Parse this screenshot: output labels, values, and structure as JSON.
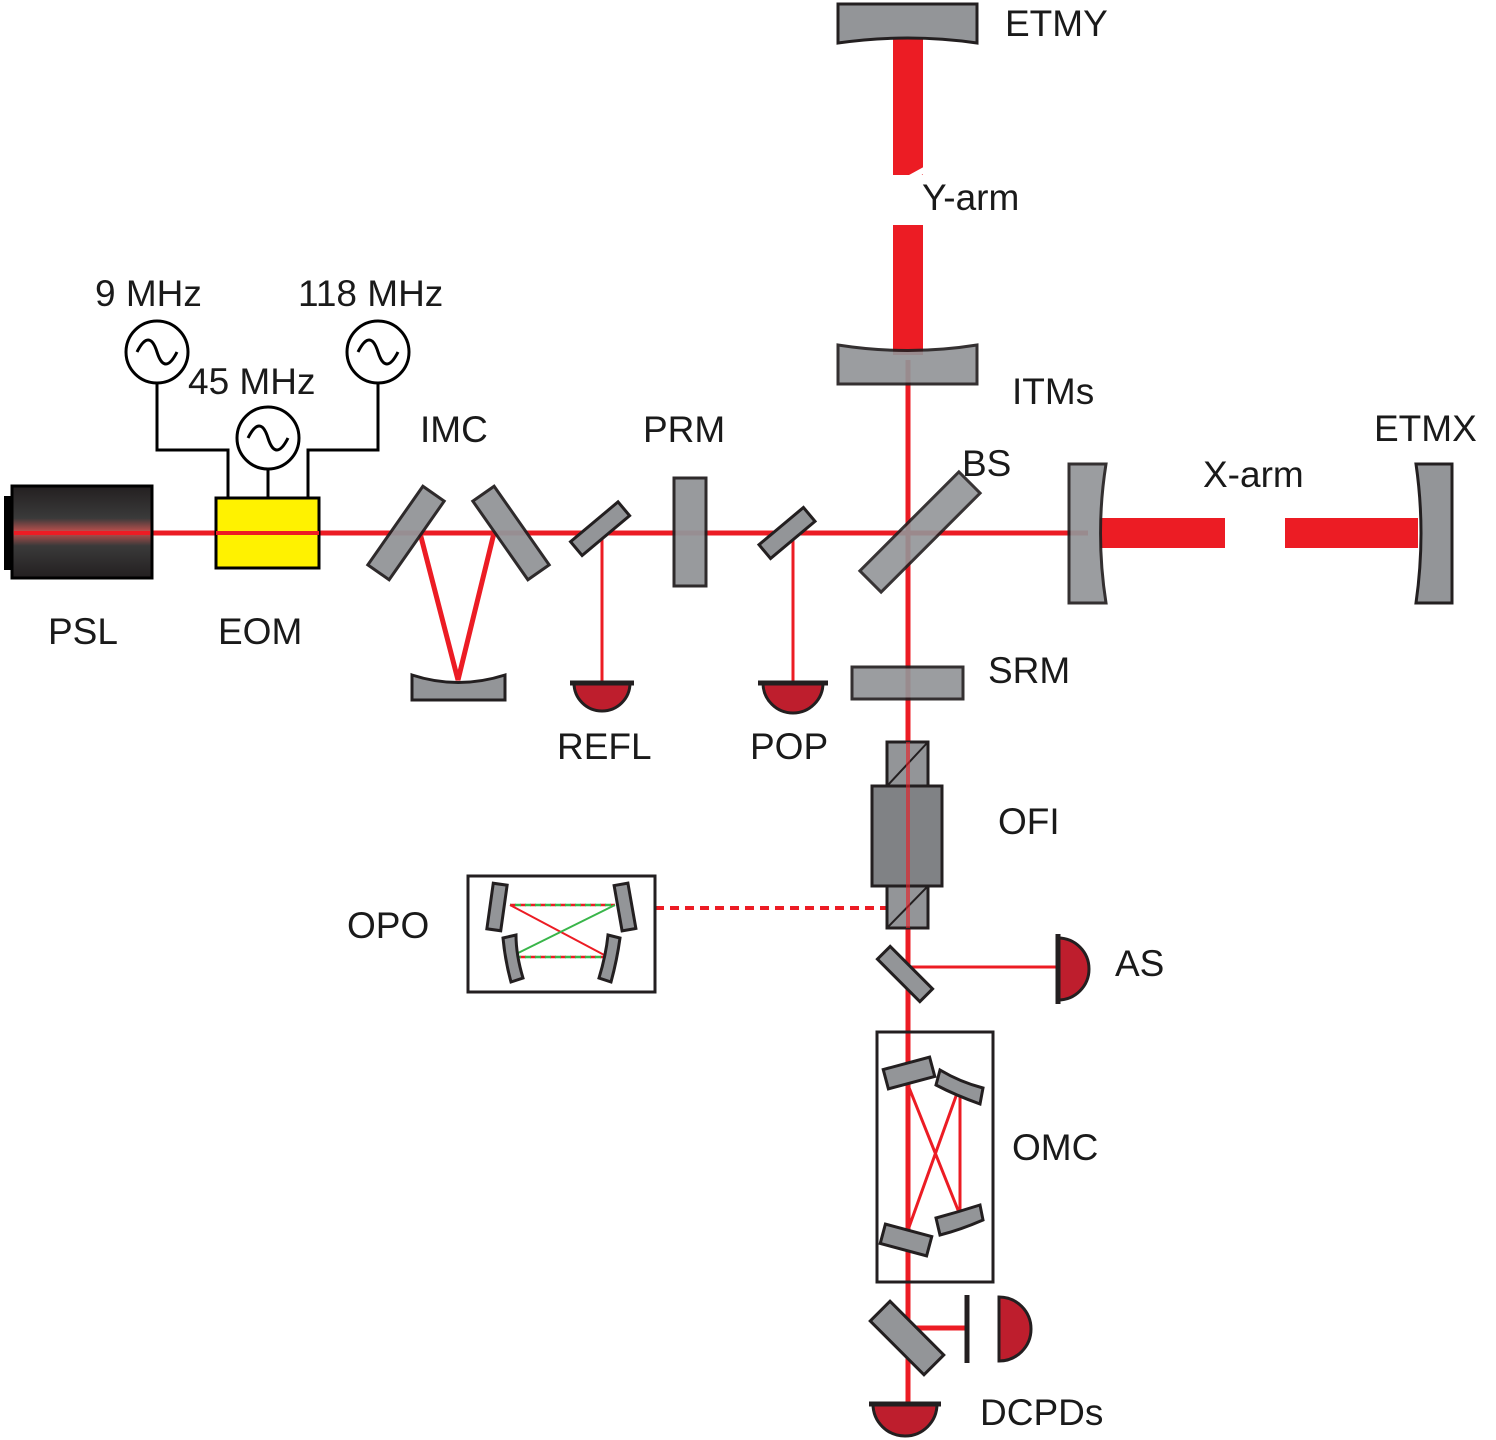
{
  "labels": {
    "etmy": "ETMY",
    "y_arm": "Y-arm",
    "itms": "ITMs",
    "etmx": "ETMX",
    "x_arm": "X-arm",
    "bs": "BS",
    "prm": "PRM",
    "imc": "IMC",
    "psl": "PSL",
    "eom": "EOM",
    "refl": "REFL",
    "pop": "POP",
    "srm": "SRM",
    "ofi": "OFI",
    "opo": "OPO",
    "as": "AS",
    "omc": "OMC",
    "dcpds": "DCPDs",
    "freq_9": "9 MHz",
    "freq_45": "45 MHz",
    "freq_118": "118 MHz"
  },
  "colors": {
    "beam": "#ec1c24",
    "mirror": "#939598",
    "photodiode": "#be1e2d",
    "eom": "#fff200",
    "ofi": "#808285",
    "squeezed_green": "#39b54a"
  }
}
